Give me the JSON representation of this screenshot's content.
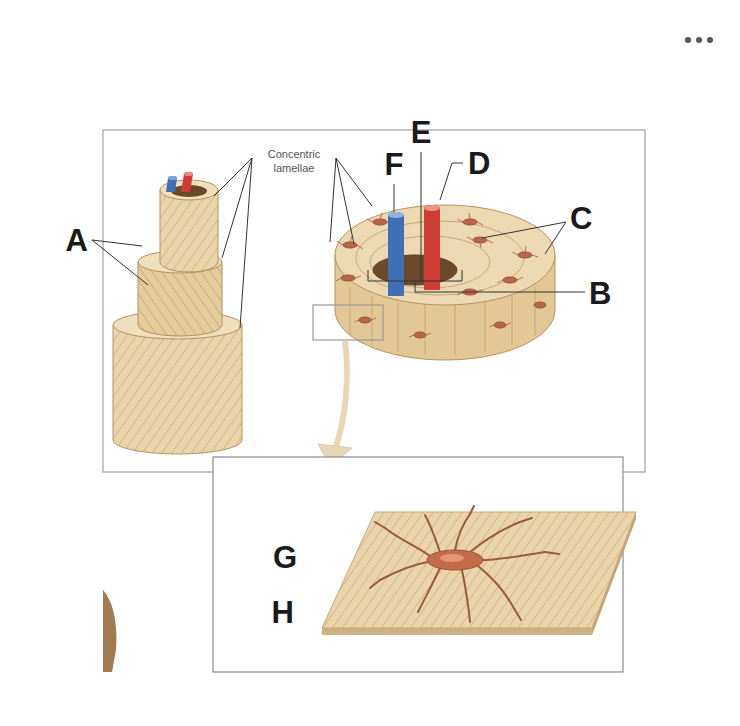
{
  "diagram": {
    "labels": [
      "E",
      "F",
      "D",
      "Concentric lamellae",
      "A",
      "C",
      "B",
      "G",
      "H"
    ]
  }
}
